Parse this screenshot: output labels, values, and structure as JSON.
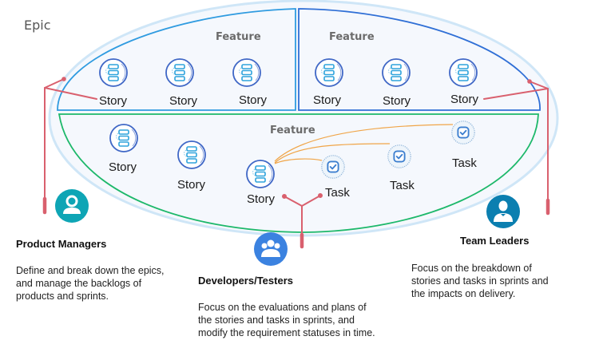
{
  "epic": {
    "label": "Epic"
  },
  "features": [
    {
      "label": "Feature",
      "stories": [
        "Story",
        "Story",
        "Story"
      ],
      "border_color": "#2f9be0"
    },
    {
      "label": "Feature",
      "stories": [
        "Story",
        "Story",
        "Story"
      ],
      "border_color": "#2f6fd6"
    },
    {
      "label": "Feature",
      "stories": [
        "Story",
        "Story",
        "Story"
      ],
      "tasks": [
        "Task",
        "Task",
        "Task"
      ],
      "border_color": "#1db86a"
    }
  ],
  "roles": [
    {
      "title": "Product Managers",
      "description": [
        "Define and break down the epics,",
        "and manage the backlogs of",
        "products and sprints."
      ],
      "icon": "person-icon",
      "color": "#0ea5b5"
    },
    {
      "title": "Developers/Testers",
      "description": [
        "Focus on the evaluations and plans of",
        "the stories and tasks in sprints, and",
        "modify the requirement statuses in time."
      ],
      "icon": "group-icon",
      "color": "#3b82e0"
    },
    {
      "title": "Team Leaders",
      "description": [
        "Focus on the breakdown of",
        "stories and tasks in sprints and",
        "the impacts on delivery."
      ],
      "icon": "leader-icon",
      "color": "#0b7fb0"
    }
  ],
  "colors": {
    "pointer": "#d9606e",
    "link": "#f0a548",
    "epic_outline": "#cfe6f7",
    "fill": "#f5f8fd"
  }
}
